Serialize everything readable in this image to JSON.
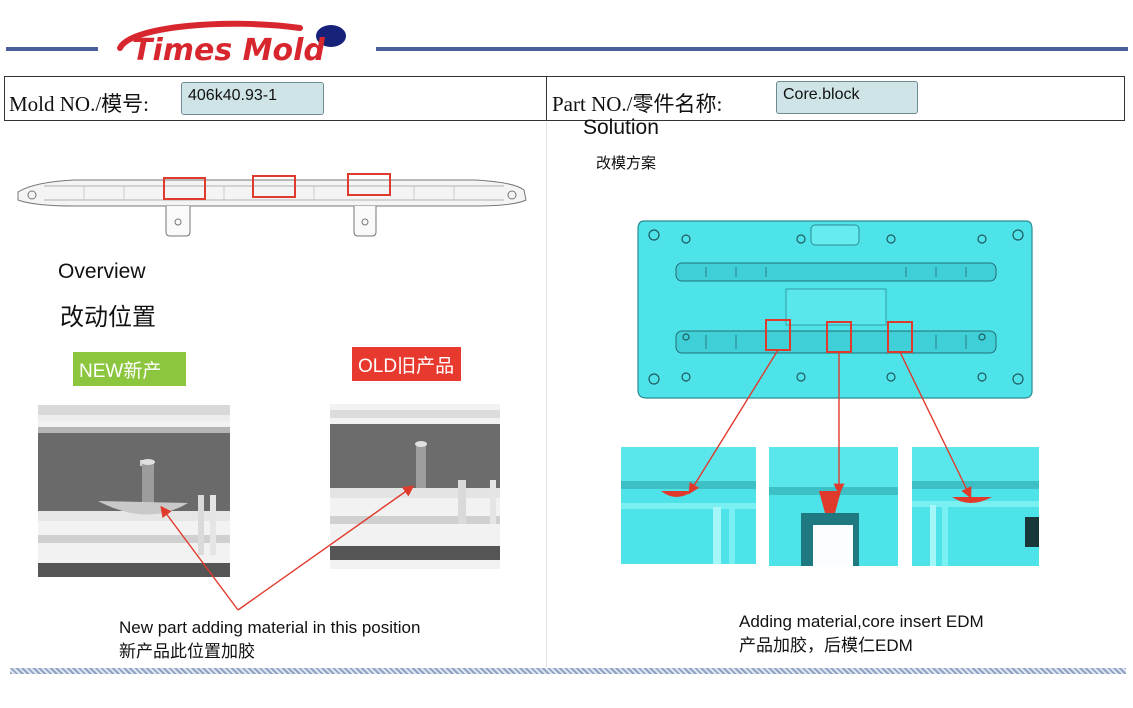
{
  "header": {
    "logo_text": "Times Mold"
  },
  "info_bar": {
    "mold_label": "Mold NO./模号:",
    "mold_value": "406k40.93-1",
    "part_label": "Part NO./零件名称:",
    "part_value": "Core.block"
  },
  "left": {
    "overview_en": "Overview",
    "overview_cn": "改动位置",
    "new_badge": "NEW新产品",
    "old_badge": "OLD旧产品",
    "caption_en": "New part adding material in this position",
    "caption_cn": "新产品此位置加胶"
  },
  "right": {
    "solution_en": "Solution",
    "solution_cn": "改模方案",
    "caption_en": "Adding material,core insert EDM",
    "caption_cn": "产品加胶，后模仁EDM"
  },
  "colors": {
    "rule_blue": "#4a5f9a",
    "logo_red": "#d8262e",
    "logo_navy": "#16217a",
    "value_box": "#cfe4e6",
    "new_badge": "#8cc63e",
    "old_badge": "#e8392e",
    "mold_cyan": "#4ee3e9",
    "marker_red": "#e03a2c"
  }
}
